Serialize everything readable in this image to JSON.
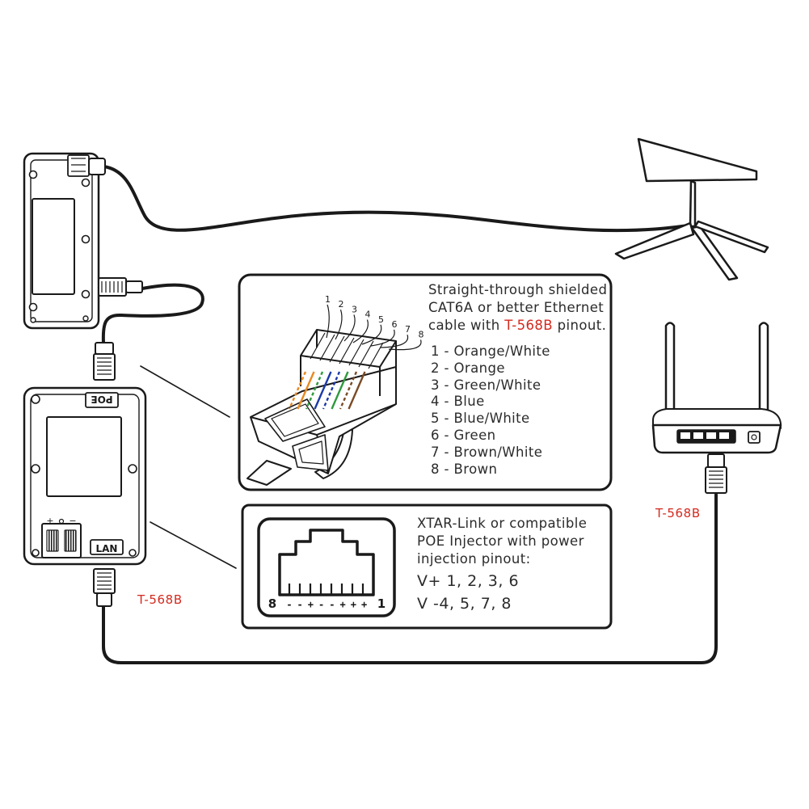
{
  "pinout_panel": {
    "description_line1": "Straight-through shielded",
    "description_line2": "CAT6A or better Ethernet",
    "description_line3_prefix": "cable with ",
    "description_line3_standard": "T-568B",
    "description_line3_suffix": " pinout.",
    "pins": [
      {
        "number": "1",
        "label": "1 - Orange/White",
        "color": "#e8891e",
        "striped": true
      },
      {
        "number": "2",
        "label": "2 - Orange",
        "color": "#e8891e",
        "striped": false
      },
      {
        "number": "3",
        "label": "3 - Green/White",
        "color": "#2e9a3e",
        "striped": true
      },
      {
        "number": "4",
        "label": "4 - Blue",
        "color": "#1c3aa8",
        "striped": false
      },
      {
        "number": "5",
        "label": "5 - Blue/White",
        "color": "#1c3aa8",
        "striped": true
      },
      {
        "number": "6",
        "label": "6 - Green",
        "color": "#2e9a3e",
        "striped": false
      },
      {
        "number": "7",
        "label": "7 - Brown/White",
        "color": "#7a4a25",
        "striped": true
      },
      {
        "number": "8",
        "label": "8 - Brown",
        "color": "#7a4a25",
        "striped": false
      }
    ]
  },
  "injector_panel": {
    "description_line1": "XTAR-Link or compatible",
    "description_line2": "POE Injector with power",
    "description_line3": "injection pinout:",
    "v_plus": "V+ 1, 2, 3, 6",
    "v_minus": "V ‑4, 5, 7, 8",
    "jack_left_number": "8",
    "jack_right_number": "1",
    "jack_polarity": "- - + - - + + +"
  },
  "poe_module": {
    "poe_label": "POE",
    "lan_label": "LAN",
    "plus_mark": "+",
    "minus_mark": "−"
  },
  "cable_labels": {
    "left_standard": "T-568B",
    "right_standard": "T-568B"
  },
  "colors": {
    "line": "#1a1a1a",
    "accent_red": "#d42a1e",
    "orange": "#e8891e",
    "green": "#2e9a3e",
    "blue": "#1c3aa8",
    "brown": "#7a4a25"
  }
}
